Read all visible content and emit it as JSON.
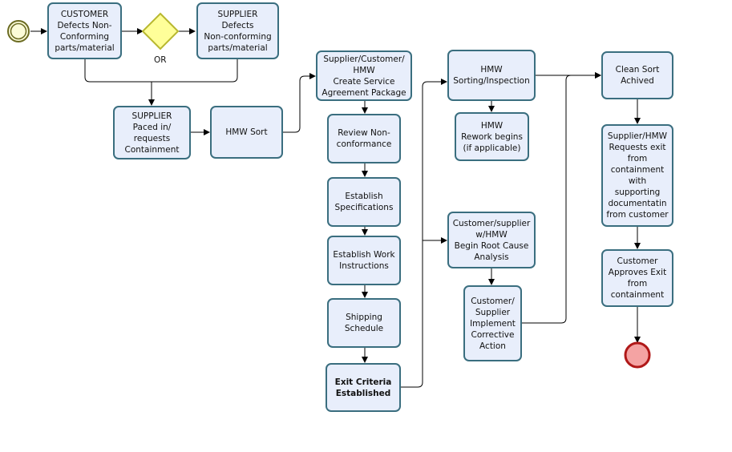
{
  "start_event": "",
  "gateway": {
    "label": "OR"
  },
  "tasks": {
    "customer_defects": "CUSTOMER\nDefects Non-\nConforming\nparts/material",
    "supplier_defects": "SUPPLIER Defects\nNon-conforming\nparts/material",
    "supplier_paced": "SUPPLIER\nPaced in/\nrequests\nContainment",
    "hmw_sort": "HMW Sort",
    "create_service": "Supplier/Customer/\nHMW\nCreate Service\nAgreement Package",
    "review_nonconformance": "Review Non-\nconformance",
    "establish_specs": "Establish\nSpecifications",
    "establish_work": "Establish Work\nInstructions",
    "shipping_schedule": "Shipping\nSchedule",
    "exit_criteria": "Exit Criteria\nEstablished",
    "sorting_inspection": "HMW\nSorting/Inspection",
    "rework_begins": "HMW\nRework begins\n(if applicable)",
    "root_cause": "Customer/supplier\nw/HMW\nBegin Root Cause\nAnalysis",
    "implement_corrective": "Customer/\nSupplier\nImplement\nCorrective\nAction",
    "clean_sort": "Clean Sort\nAchived",
    "requests_exit": "Supplier/HMW\nRequests exit\nfrom\ncontainment\nwith\nsupporting\ndocumentatin\nfrom customer",
    "customer_approves": "Customer\nApproves Exit\nfrom\ncontainment"
  },
  "colors": {
    "task_fill": "#e8eefb",
    "task_border": "#3a6e7f",
    "gateway_fill": "#ffff99",
    "gateway_border": "#b8b830",
    "start_fill": "#fbfbd8",
    "start_border": "#6b6b22",
    "end_fill": "#f4a3a3",
    "end_border": "#b01818",
    "edge": "#000000"
  }
}
